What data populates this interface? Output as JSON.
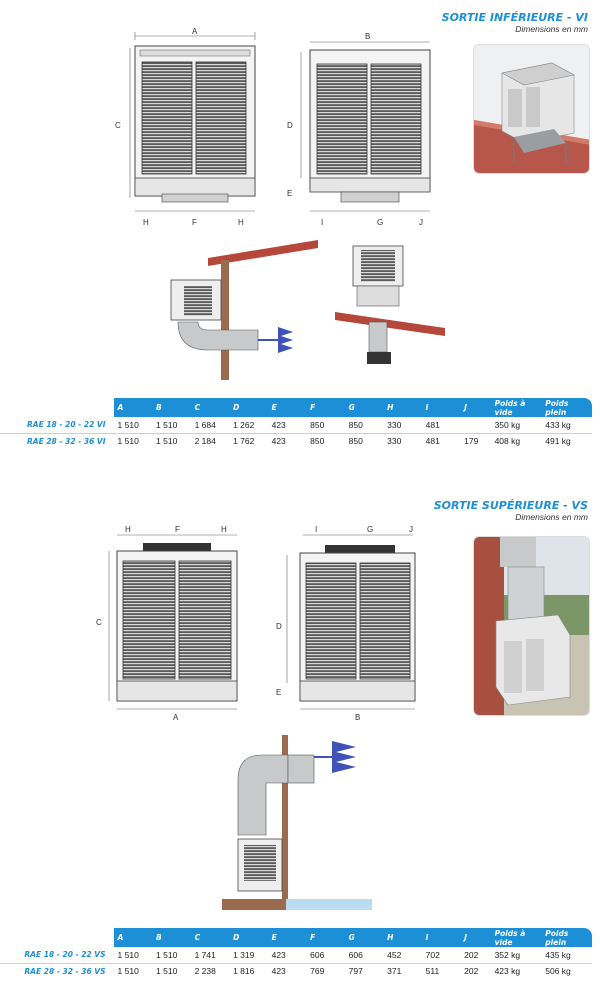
{
  "vi": {
    "title": "SORTIE INFÉRIEURE - VI",
    "subtitle": "Dimensions en mm",
    "dims_front": {
      "width": "A",
      "height": "C",
      "left": "H",
      "center": "F",
      "right": "H"
    },
    "dims_side": {
      "width": "B",
      "height": "D",
      "base": "E",
      "left": "I",
      "center": "G",
      "right": "J"
    },
    "table": {
      "headers": [
        "A",
        "B",
        "C",
        "D",
        "E",
        "F",
        "G",
        "H",
        "I",
        "J",
        "Poids à vide",
        "Poids plein"
      ],
      "rows": [
        {
          "model": "RAE 18 - 20 - 22 VI",
          "values": [
            "1 510",
            "1 510",
            "1 684",
            "1 262",
            "423",
            "850",
            "850",
            "330",
            "481",
            "350 kg",
            "433 kg"
          ]
        },
        {
          "model": "RAE 28 - 32 - 36 VI",
          "values": [
            "1 510",
            "1 510",
            "2 184",
            "1 762",
            "423",
            "850",
            "850",
            "330",
            "481",
            "179",
            "408 kg",
            "491 kg"
          ]
        }
      ]
    }
  },
  "vs": {
    "title": "SORTIE SUPÉRIEURE - VS",
    "subtitle": "Dimensions en mm",
    "dims_front": {
      "width": "A",
      "height": "C",
      "left": "H",
      "center": "F",
      "right": "H"
    },
    "dims_side": {
      "width": "B",
      "height": "D",
      "base": "E",
      "left": "I",
      "center": "G",
      "right": "J"
    },
    "table": {
      "headers": [
        "A",
        "B",
        "C",
        "D",
        "E",
        "F",
        "G",
        "H",
        "I",
        "J",
        "Poids à vide",
        "Poids plein"
      ],
      "rows": [
        {
          "model": "RAE 18 - 20 - 22 VS",
          "values": [
            "1 510",
            "1 510",
            "1 741",
            "1 319",
            "423",
            "606",
            "606",
            "452",
            "702",
            "202",
            "352 kg",
            "435 kg"
          ]
        },
        {
          "model": "RAE 28 - 32 - 36 VS",
          "values": [
            "1 510",
            "1 510",
            "2 238",
            "1 816",
            "423",
            "769",
            "797",
            "371",
            "511",
            "202",
            "423 kg",
            "506 kg"
          ]
        }
      ]
    }
  },
  "colors": {
    "accent": "#1c8fd6",
    "roof": "#b5483a",
    "wall": "#9a6b4f",
    "ice": "#b9dcf2",
    "arrow": "#3e52b8"
  }
}
